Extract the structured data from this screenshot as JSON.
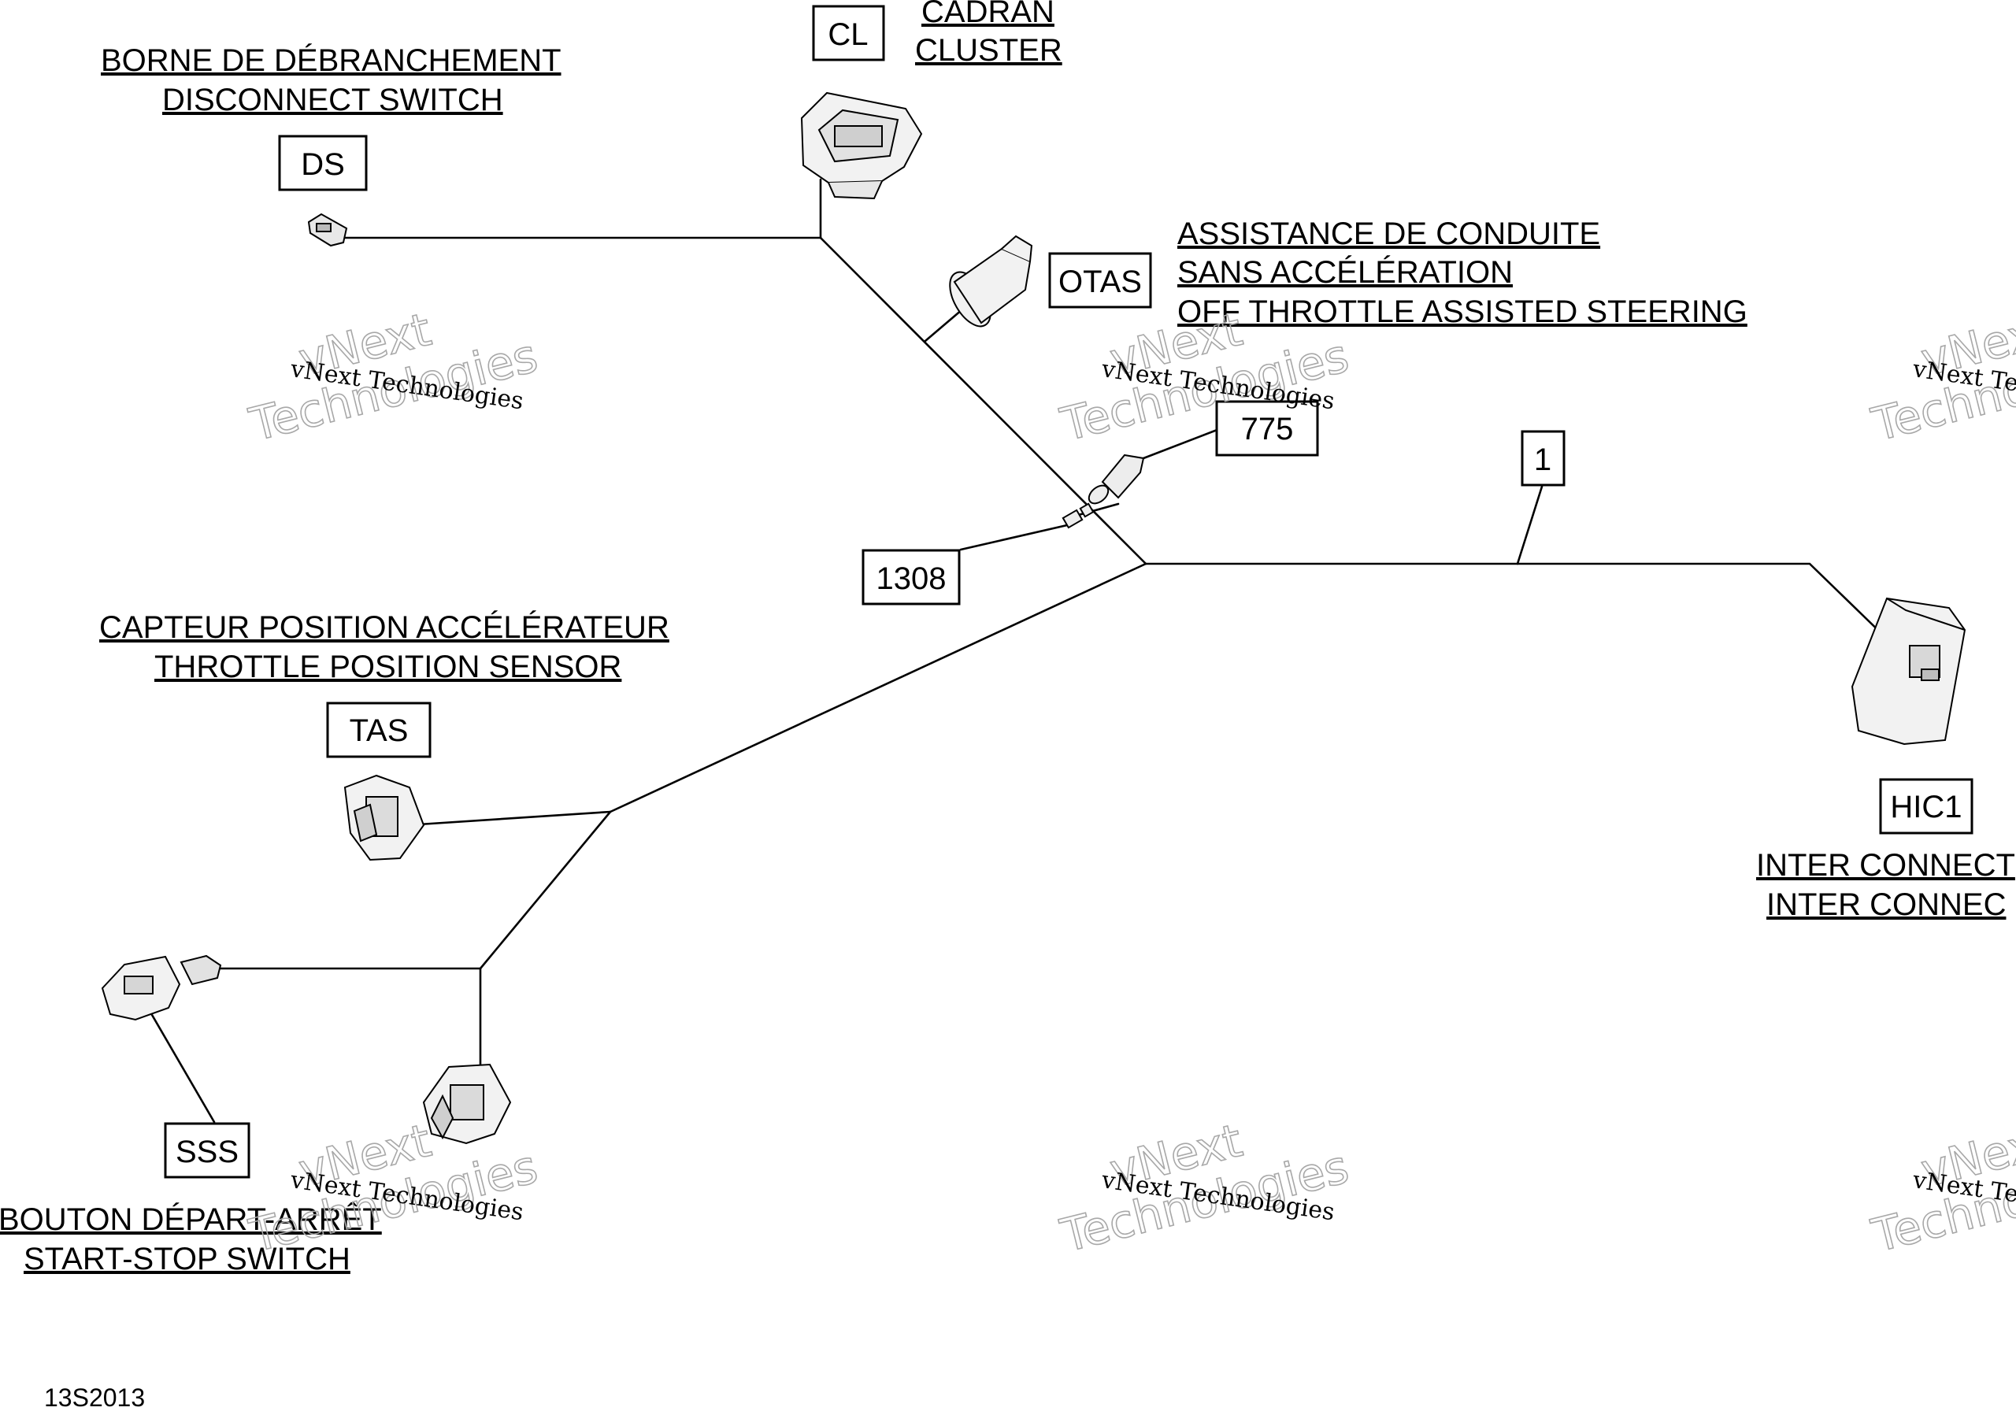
{
  "diagram_code": "13S2013",
  "watermark": {
    "line1": "vNext Technologies",
    "line2_a": "vNext",
    "line2_b": "Technologies"
  },
  "callouts": {
    "cl": {
      "id": "CL",
      "fr": "CADRAN",
      "en": "CLUSTER"
    },
    "ds": {
      "id": "DS",
      "fr": "BORNE DE DÉBRANCHEMENT",
      "en": "DISCONNECT SWITCH"
    },
    "otas": {
      "id": "OTAS",
      "fr1": "ASSISTANCE DE CONDUITE",
      "fr2": "SANS ACCÉLÉRATION",
      "en": "OFF THROTTLE ASSISTED STEERING"
    },
    "p775": {
      "id": "775"
    },
    "p1": {
      "id": "1"
    },
    "p1308": {
      "id": "1308"
    },
    "tas": {
      "id": "TAS",
      "fr": "CAPTEUR POSITION ACCÉLÉRATEUR",
      "en": "THROTTLE POSITION SENSOR"
    },
    "hic1": {
      "id": "HIC1",
      "fr": "INTER CONNECT",
      "en": "INTER CONNEC"
    },
    "sss": {
      "id": "SSS",
      "fr": "BOUTON DÉPART-ARRÊT",
      "en": "START-STOP SWITCH"
    }
  }
}
